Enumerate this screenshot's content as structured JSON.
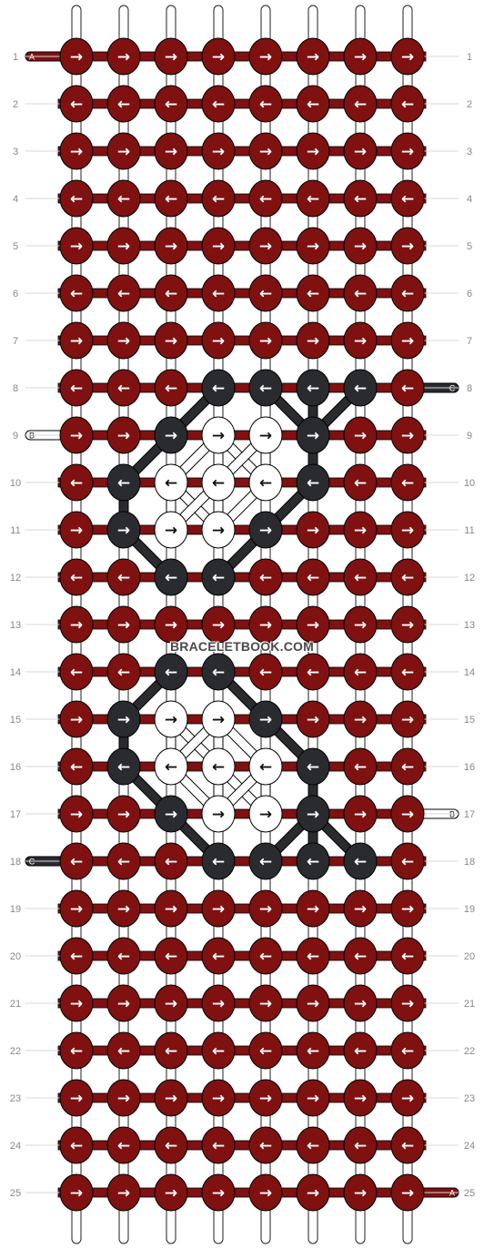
{
  "watermark": "BRACELETBOOK.COM",
  "strings": [
    {
      "letter": "A",
      "color": "#7f1111",
      "text_color": "#ffffff"
    },
    {
      "letter": "B",
      "color": "#ffffff",
      "text_color": "#222222"
    },
    {
      "letter": "C",
      "color": "#2a2b2f",
      "text_color": "#ffffff"
    }
  ],
  "colors": {
    "A": "#7f1111",
    "B": "#ffffff",
    "C": "#2a2b2f"
  },
  "string_ends": [
    {
      "letter": "A",
      "side": "left",
      "row": 1
    },
    {
      "letter": "C",
      "side": "right",
      "row": 8
    },
    {
      "letter": "B",
      "side": "left",
      "row": 9
    },
    {
      "letter": "B",
      "side": "right",
      "row": 17
    },
    {
      "letter": "C",
      "side": "left",
      "row": 18
    },
    {
      "letter": "A",
      "side": "right",
      "row": 25
    }
  ],
  "row_labels": [
    "1",
    "2",
    "3",
    "4",
    "5",
    "6",
    "7",
    "8",
    "9",
    "10",
    "11",
    "12",
    "13",
    "14",
    "15",
    "16",
    "17",
    "18",
    "19",
    "20",
    "21",
    "22",
    "23",
    "24",
    "25"
  ],
  "knot_rows": [
    {
      "arrow": "→",
      "colors": "AAAAAAAA"
    },
    {
      "arrow": "←",
      "colors": "AAAAAAAA"
    },
    {
      "arrow": "→",
      "colors": "AAAAAAAA"
    },
    {
      "arrow": "←",
      "colors": "AAAAAAAA"
    },
    {
      "arrow": "→",
      "colors": "AAAAAAAA"
    },
    {
      "arrow": "←",
      "colors": "AAAAAAAA"
    },
    {
      "arrow": "→",
      "colors": "AAAAAAAA"
    },
    {
      "arrow": "←",
      "colors": "AAACCCCA"
    },
    {
      "arrow": "→",
      "colors": "AACBBCAA"
    },
    {
      "arrow": "←",
      "colors": "ACBBBCAA"
    },
    {
      "arrow": "→",
      "colors": "ACBBCAAA"
    },
    {
      "arrow": "←",
      "colors": "AACCAAAA"
    },
    {
      "arrow": "→",
      "colors": "AAAAAAAA"
    },
    {
      "arrow": "←",
      "colors": "AACCAAAA"
    },
    {
      "arrow": "→",
      "colors": "ACBBCAAA"
    },
    {
      "arrow": "←",
      "colors": "ACBBBCAA"
    },
    {
      "arrow": "→",
      "colors": "AACBBCAA"
    },
    {
      "arrow": "←",
      "colors": "AAACCCCA"
    },
    {
      "arrow": "→",
      "colors": "AAAAAAAA"
    },
    {
      "arrow": "←",
      "colors": "AAAAAAAA"
    },
    {
      "arrow": "→",
      "colors": "AAAAAAAA"
    },
    {
      "arrow": "←",
      "colors": "AAAAAAAA"
    },
    {
      "arrow": "→",
      "colors": "AAAAAAAA"
    },
    {
      "arrow": "←",
      "colors": "AAAAAAAA"
    },
    {
      "arrow": "→",
      "colors": "AAAAAAAA"
    }
  ]
}
